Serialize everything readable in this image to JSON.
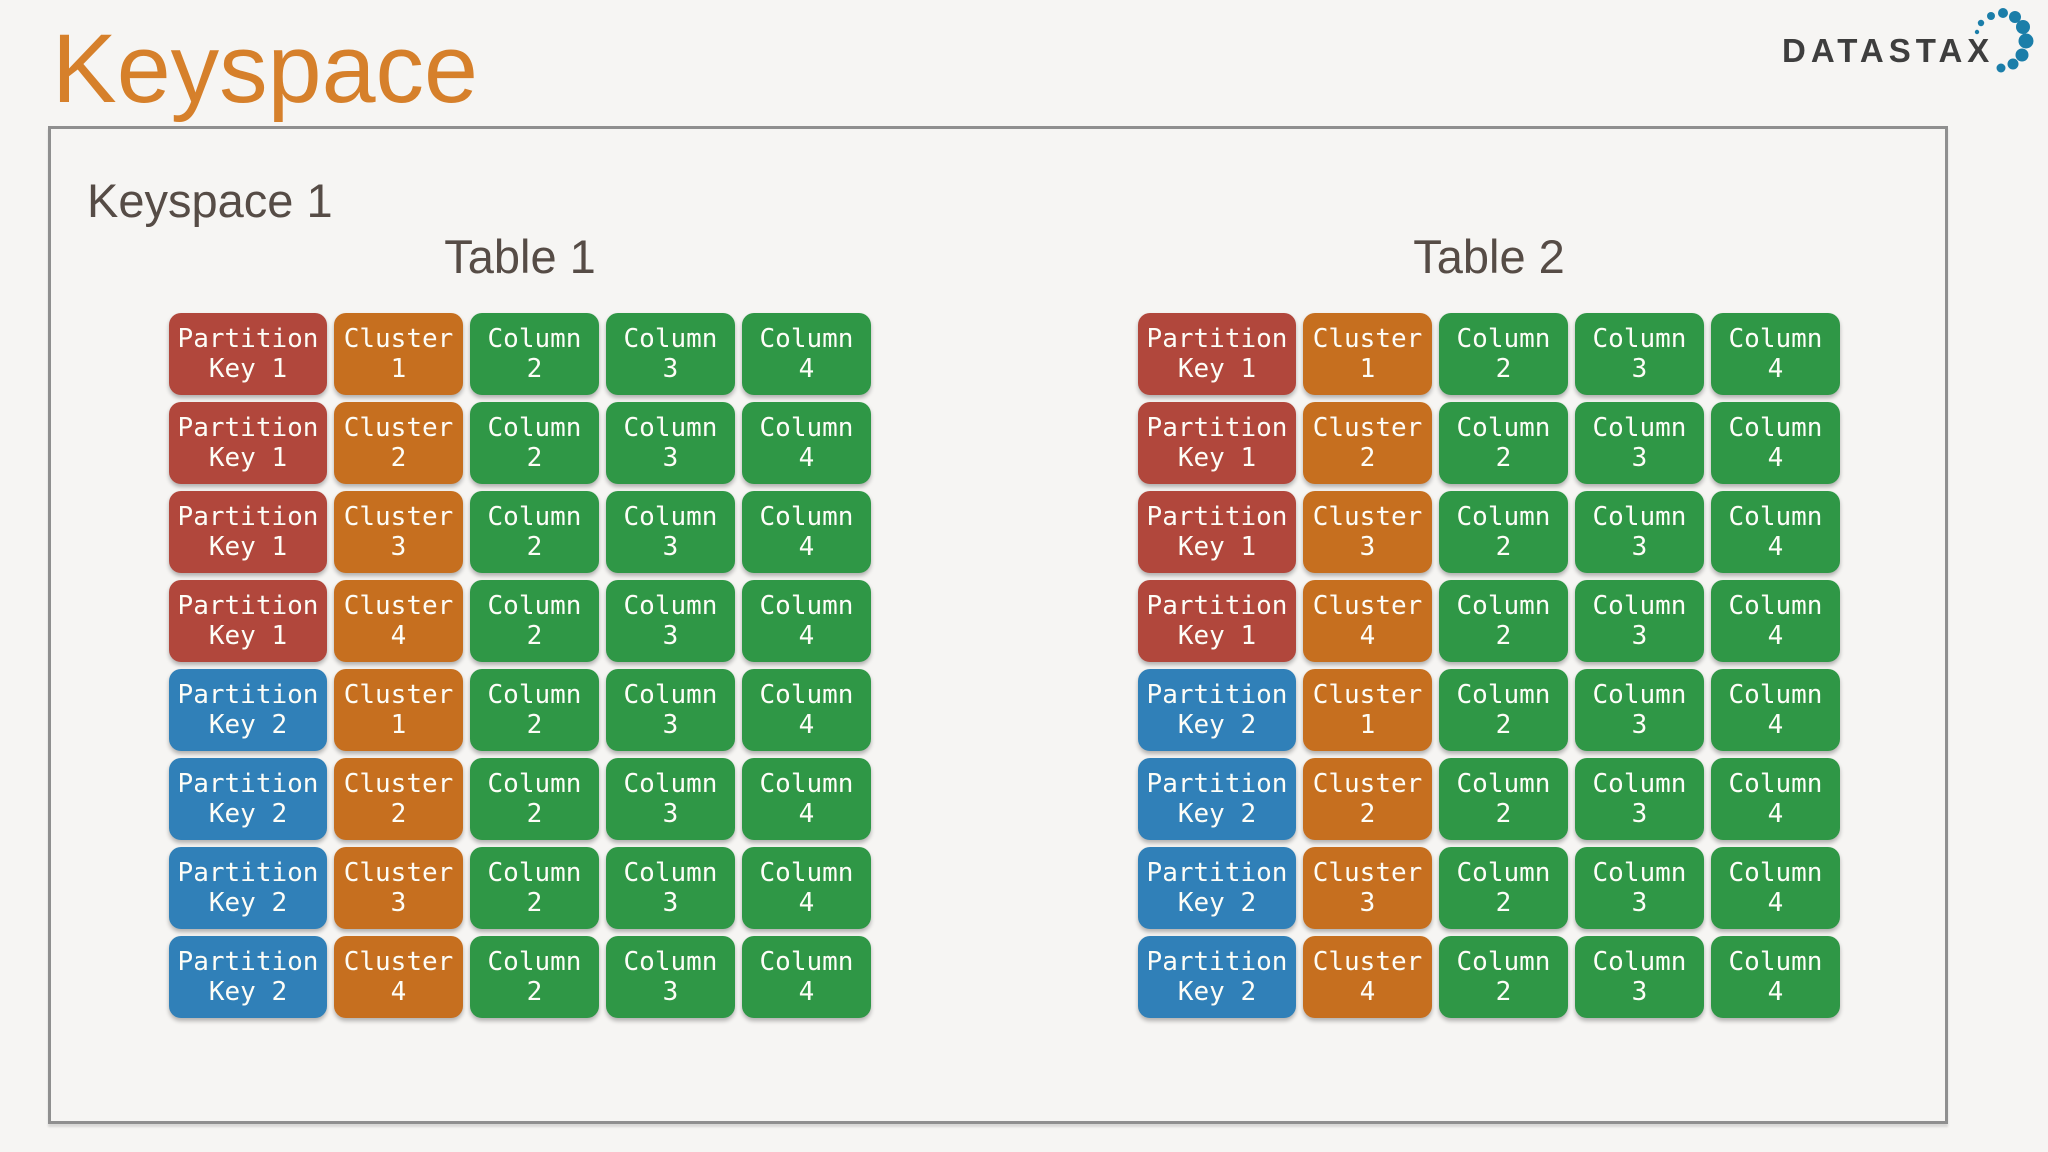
{
  "page": {
    "title": "Keyspace"
  },
  "logo": {
    "text": "DATASTAX"
  },
  "keyspace": {
    "label": "Keyspace 1",
    "tables": [
      {
        "title": "Table 1",
        "rows": [
          {
            "cells": [
              {
                "role": "partition_key_1",
                "lines": [
                  "Partition",
                  "Key 1"
                ]
              },
              {
                "role": "cluster",
                "lines": [
                  "Cluster",
                  "1"
                ]
              },
              {
                "role": "column",
                "lines": [
                  "Column",
                  "2"
                ]
              },
              {
                "role": "column",
                "lines": [
                  "Column",
                  "3"
                ]
              },
              {
                "role": "column",
                "lines": [
                  "Column",
                  "4"
                ]
              }
            ]
          },
          {
            "cells": [
              {
                "role": "partition_key_1",
                "lines": [
                  "Partition",
                  "Key 1"
                ]
              },
              {
                "role": "cluster",
                "lines": [
                  "Cluster",
                  "2"
                ]
              },
              {
                "role": "column",
                "lines": [
                  "Column",
                  "2"
                ]
              },
              {
                "role": "column",
                "lines": [
                  "Column",
                  "3"
                ]
              },
              {
                "role": "column",
                "lines": [
                  "Column",
                  "4"
                ]
              }
            ]
          },
          {
            "cells": [
              {
                "role": "partition_key_1",
                "lines": [
                  "Partition",
                  "Key 1"
                ]
              },
              {
                "role": "cluster",
                "lines": [
                  "Cluster",
                  "3"
                ]
              },
              {
                "role": "column",
                "lines": [
                  "Column",
                  "2"
                ]
              },
              {
                "role": "column",
                "lines": [
                  "Column",
                  "3"
                ]
              },
              {
                "role": "column",
                "lines": [
                  "Column",
                  "4"
                ]
              }
            ]
          },
          {
            "cells": [
              {
                "role": "partition_key_1",
                "lines": [
                  "Partition",
                  "Key 1"
                ]
              },
              {
                "role": "cluster",
                "lines": [
                  "Cluster",
                  "4"
                ]
              },
              {
                "role": "column",
                "lines": [
                  "Column",
                  "2"
                ]
              },
              {
                "role": "column",
                "lines": [
                  "Column",
                  "3"
                ]
              },
              {
                "role": "column",
                "lines": [
                  "Column",
                  "4"
                ]
              }
            ]
          },
          {
            "cells": [
              {
                "role": "partition_key_2",
                "lines": [
                  "Partition",
                  "Key 2"
                ]
              },
              {
                "role": "cluster",
                "lines": [
                  "Cluster",
                  "1"
                ]
              },
              {
                "role": "column",
                "lines": [
                  "Column",
                  "2"
                ]
              },
              {
                "role": "column",
                "lines": [
                  "Column",
                  "3"
                ]
              },
              {
                "role": "column",
                "lines": [
                  "Column",
                  "4"
                ]
              }
            ]
          },
          {
            "cells": [
              {
                "role": "partition_key_2",
                "lines": [
                  "Partition",
                  "Key 2"
                ]
              },
              {
                "role": "cluster",
                "lines": [
                  "Cluster",
                  "2"
                ]
              },
              {
                "role": "column",
                "lines": [
                  "Column",
                  "2"
                ]
              },
              {
                "role": "column",
                "lines": [
                  "Column",
                  "3"
                ]
              },
              {
                "role": "column",
                "lines": [
                  "Column",
                  "4"
                ]
              }
            ]
          },
          {
            "cells": [
              {
                "role": "partition_key_2",
                "lines": [
                  "Partition",
                  "Key 2"
                ]
              },
              {
                "role": "cluster",
                "lines": [
                  "Cluster",
                  "3"
                ]
              },
              {
                "role": "column",
                "lines": [
                  "Column",
                  "2"
                ]
              },
              {
                "role": "column",
                "lines": [
                  "Column",
                  "3"
                ]
              },
              {
                "role": "column",
                "lines": [
                  "Column",
                  "4"
                ]
              }
            ]
          },
          {
            "cells": [
              {
                "role": "partition_key_2",
                "lines": [
                  "Partition",
                  "Key 2"
                ]
              },
              {
                "role": "cluster",
                "lines": [
                  "Cluster",
                  "4"
                ]
              },
              {
                "role": "column",
                "lines": [
                  "Column",
                  "2"
                ]
              },
              {
                "role": "column",
                "lines": [
                  "Column",
                  "3"
                ]
              },
              {
                "role": "column",
                "lines": [
                  "Column",
                  "4"
                ]
              }
            ]
          }
        ]
      },
      {
        "title": "Table 2",
        "rows": [
          {
            "cells": [
              {
                "role": "partition_key_1",
                "lines": [
                  "Partition",
                  "Key 1"
                ]
              },
              {
                "role": "cluster",
                "lines": [
                  "Cluster",
                  "1"
                ]
              },
              {
                "role": "column",
                "lines": [
                  "Column",
                  "2"
                ]
              },
              {
                "role": "column",
                "lines": [
                  "Column",
                  "3"
                ]
              },
              {
                "role": "column",
                "lines": [
                  "Column",
                  "4"
                ]
              }
            ]
          },
          {
            "cells": [
              {
                "role": "partition_key_1",
                "lines": [
                  "Partition",
                  "Key 1"
                ]
              },
              {
                "role": "cluster",
                "lines": [
                  "Cluster",
                  "2"
                ]
              },
              {
                "role": "column",
                "lines": [
                  "Column",
                  "2"
                ]
              },
              {
                "role": "column",
                "lines": [
                  "Column",
                  "3"
                ]
              },
              {
                "role": "column",
                "lines": [
                  "Column",
                  "4"
                ]
              }
            ]
          },
          {
            "cells": [
              {
                "role": "partition_key_1",
                "lines": [
                  "Partition",
                  "Key 1"
                ]
              },
              {
                "role": "cluster",
                "lines": [
                  "Cluster",
                  "3"
                ]
              },
              {
                "role": "column",
                "lines": [
                  "Column",
                  "2"
                ]
              },
              {
                "role": "column",
                "lines": [
                  "Column",
                  "3"
                ]
              },
              {
                "role": "column",
                "lines": [
                  "Column",
                  "4"
                ]
              }
            ]
          },
          {
            "cells": [
              {
                "role": "partition_key_1",
                "lines": [
                  "Partition",
                  "Key 1"
                ]
              },
              {
                "role": "cluster",
                "lines": [
                  "Cluster",
                  "4"
                ]
              },
              {
                "role": "column",
                "lines": [
                  "Column",
                  "2"
                ]
              },
              {
                "role": "column",
                "lines": [
                  "Column",
                  "3"
                ]
              },
              {
                "role": "column",
                "lines": [
                  "Column",
                  "4"
                ]
              }
            ]
          },
          {
            "cells": [
              {
                "role": "partition_key_2",
                "lines": [
                  "Partition",
                  "Key 2"
                ]
              },
              {
                "role": "cluster",
                "lines": [
                  "Cluster",
                  "1"
                ]
              },
              {
                "role": "column",
                "lines": [
                  "Column",
                  "2"
                ]
              },
              {
                "role": "column",
                "lines": [
                  "Column",
                  "3"
                ]
              },
              {
                "role": "column",
                "lines": [
                  "Column",
                  "4"
                ]
              }
            ]
          },
          {
            "cells": [
              {
                "role": "partition_key_2",
                "lines": [
                  "Partition",
                  "Key 2"
                ]
              },
              {
                "role": "cluster",
                "lines": [
                  "Cluster",
                  "2"
                ]
              },
              {
                "role": "column",
                "lines": [
                  "Column",
                  "2"
                ]
              },
              {
                "role": "column",
                "lines": [
                  "Column",
                  "3"
                ]
              },
              {
                "role": "column",
                "lines": [
                  "Column",
                  "4"
                ]
              }
            ]
          },
          {
            "cells": [
              {
                "role": "partition_key_2",
                "lines": [
                  "Partition",
                  "Key 2"
                ]
              },
              {
                "role": "cluster",
                "lines": [
                  "Cluster",
                  "3"
                ]
              },
              {
                "role": "column",
                "lines": [
                  "Column",
                  "2"
                ]
              },
              {
                "role": "column",
                "lines": [
                  "Column",
                  "3"
                ]
              },
              {
                "role": "column",
                "lines": [
                  "Column",
                  "4"
                ]
              }
            ]
          },
          {
            "cells": [
              {
                "role": "partition_key_2",
                "lines": [
                  "Partition",
                  "Key 2"
                ]
              },
              {
                "role": "cluster",
                "lines": [
                  "Cluster",
                  "4"
                ]
              },
              {
                "role": "column",
                "lines": [
                  "Column",
                  "2"
                ]
              },
              {
                "role": "column",
                "lines": [
                  "Column",
                  "3"
                ]
              },
              {
                "role": "column",
                "lines": [
                  "Column",
                  "4"
                ]
              }
            ]
          }
        ]
      }
    ]
  },
  "colors": {
    "title_accent": "#d6802b",
    "heading_text": "#564c46",
    "box_border": "#8f8f8f",
    "background": "#f6f5f3",
    "cell_text": "#fdfdf7",
    "logo_text": "#3e3e3e",
    "logo_dot": "#1b7ea9",
    "cells": {
      "partition_key_1": "#b1473c",
      "partition_key_2": "#3080b8",
      "cluster": "#c66f1f",
      "column": "#2f9746"
    }
  }
}
